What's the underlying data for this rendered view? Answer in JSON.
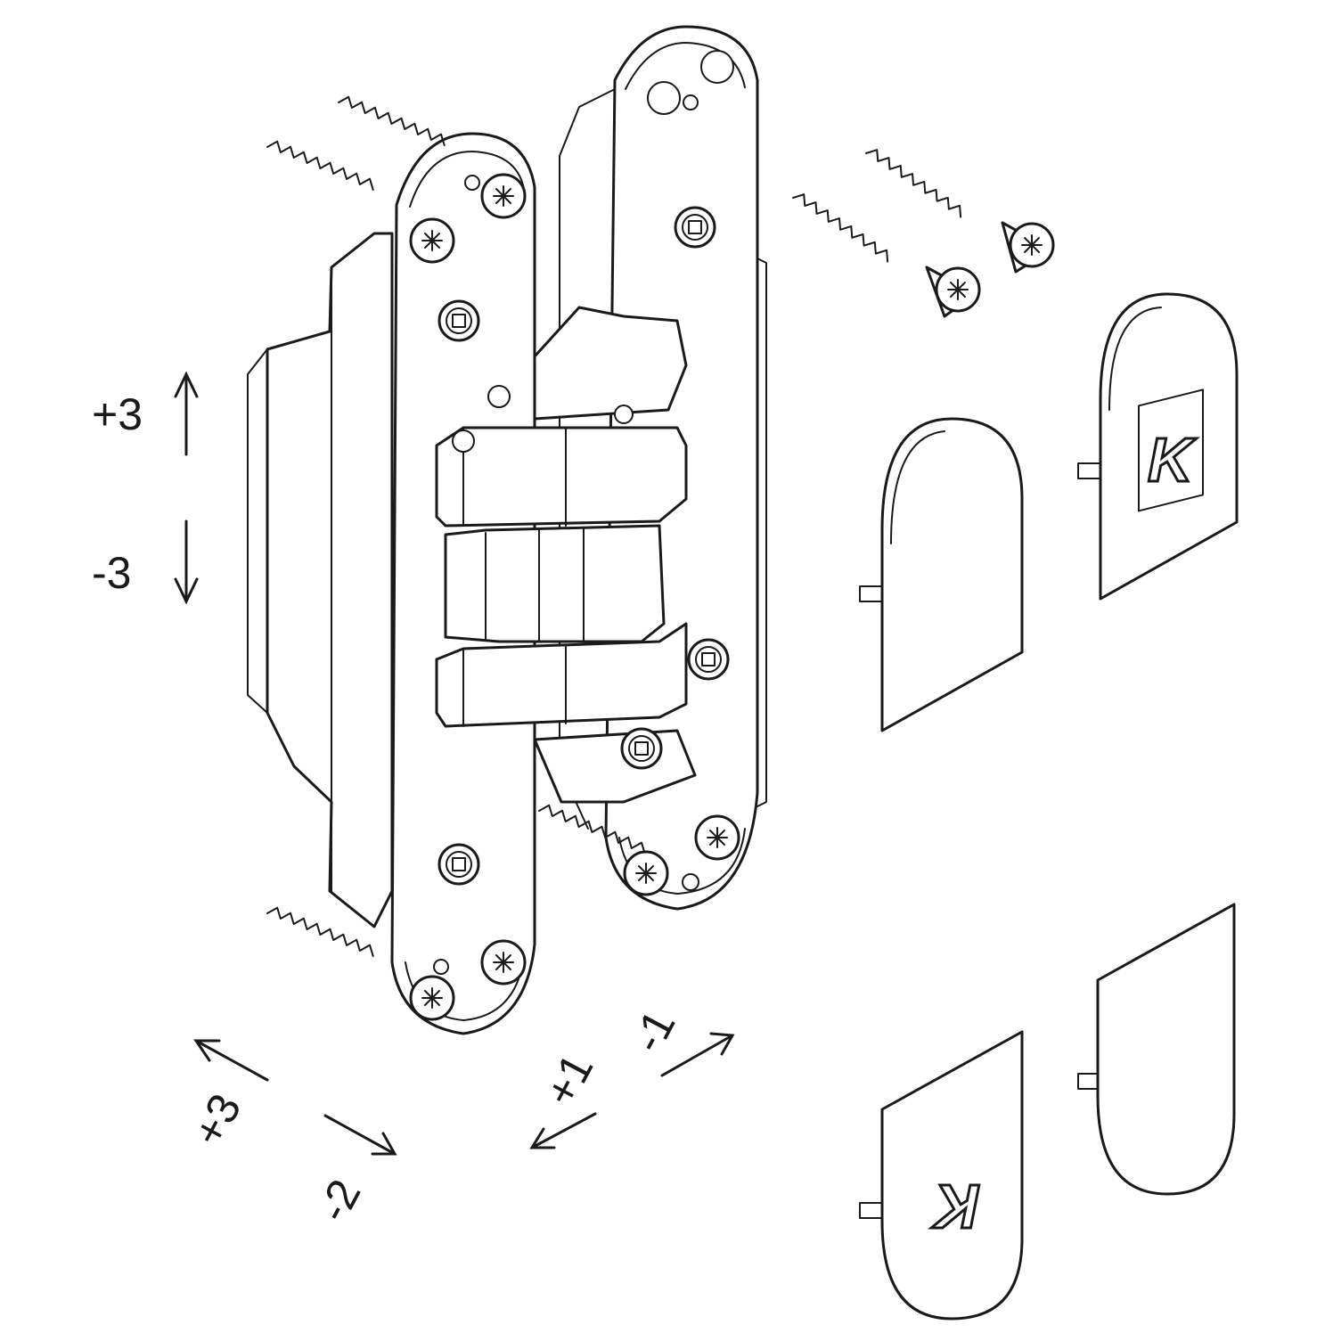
{
  "labels": {
    "vertical_plus": "+3",
    "vertical_minus": "-3",
    "depth_plus": "+3",
    "depth_minus": "-2",
    "side_plus": "+1",
    "side_minus": "-1"
  },
  "logo_letter": "K"
}
